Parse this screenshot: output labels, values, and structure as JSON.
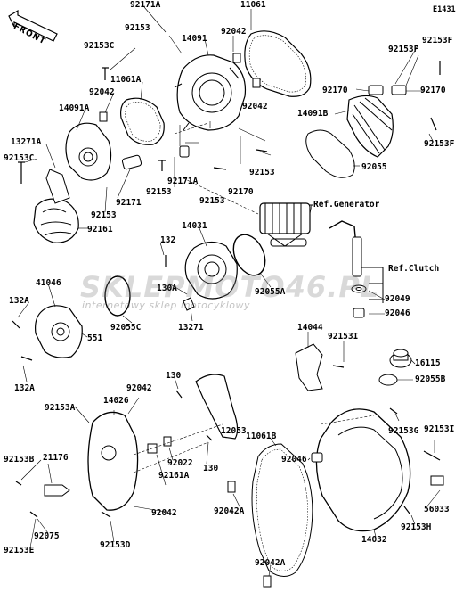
{
  "figure_code": "E1431",
  "front_label": "FRONT",
  "watermark": {
    "main": "SKLEPMOTO46.PL",
    "sub": "internetowy sklep motocyklowy"
  },
  "labels": {
    "l_92171a_top": "92171A",
    "l_11061_top": "11061",
    "l_92153_top": "92153",
    "l_92042_top": "92042",
    "l_14091": "14091",
    "l_92153c_top": "92153C",
    "l_11061a": "11061A",
    "l_92042_left": "92042",
    "l_14091a": "14091A",
    "l_92042_mid": "92042",
    "l_13271a": "13271A",
    "l_92153c_left": "92153C",
    "l_92171": "92171",
    "l_92153_under": "92153",
    "l_92171a_mid": "92171A",
    "l_92153_mid": "92153",
    "l_92153_c2": "92153",
    "l_92170_mid": "92170",
    "l_92153_r": "92153",
    "l_92161": "92161",
    "l_92153f_1": "92153F",
    "l_92153f_2": "92153F",
    "l_92170_l": "92170",
    "l_92170_r": "92170",
    "l_14091b": "14091B",
    "l_92153f_3": "92153F",
    "l_92055": "92055",
    "ref_generator": "Ref.Generator",
    "ref_clutch": "Ref.Clutch",
    "l_14031": "14031",
    "l_132": "132",
    "l_92055a": "92055A",
    "l_130a": "130A",
    "l_13271": "13271",
    "l_41046": "41046",
    "l_132a_1": "132A",
    "l_551": "551",
    "l_92055c": "92055C",
    "l_132a_2": "132A",
    "l_92049": "92049",
    "l_92046_r": "92046",
    "l_14044": "14044",
    "l_92153i_1": "92153I",
    "l_16115": "16115",
    "l_92055b": "92055B",
    "l_130": "130",
    "l_92042_c": "92042",
    "l_14026": "14026",
    "l_92153a": "92153A",
    "l_92153g": "92153G",
    "l_92153i_2": "92153I",
    "l_11061b": "11061B",
    "l_12053": "12053",
    "l_130_b": "130",
    "l_92153b": "92153B",
    "l_21176": "21176",
    "l_92161a": "92161A",
    "l_92022": "92022",
    "l_92046_c": "92046",
    "l_92042_b": "92042",
    "l_92042a_1": "92042A",
    "l_56033": "56033",
    "l_92153h": "92153H",
    "l_92075": "92075",
    "l_92153d": "92153D",
    "l_92153e": "92153E",
    "l_14032": "14032",
    "l_92042a_2": "92042A"
  }
}
